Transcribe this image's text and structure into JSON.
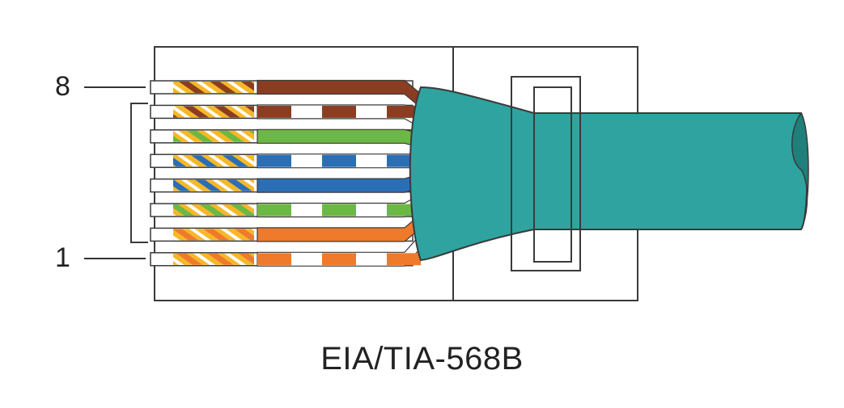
{
  "caption": "EIA/TIA-568B",
  "pin_labels": {
    "top": "8",
    "bottom": "1"
  },
  "colors": {
    "outline": "#3a3a3a",
    "cable": "#2fa39f",
    "cable_dark": "#1f7f7b",
    "gold": "#f6b82a",
    "brown": "#8b3d22",
    "green": "#6cb844",
    "blue": "#2a6fb5",
    "orange": "#ef7a2c"
  },
  "wires": [
    {
      "pin": 8,
      "color": "brown",
      "striped": false
    },
    {
      "pin": 7,
      "color": "brown",
      "striped": true
    },
    {
      "pin": 6,
      "color": "green",
      "striped": false
    },
    {
      "pin": 5,
      "color": "blue",
      "striped": true
    },
    {
      "pin": 4,
      "color": "blue",
      "striped": false
    },
    {
      "pin": 3,
      "color": "green",
      "striped": true
    },
    {
      "pin": 2,
      "color": "orange",
      "striped": false
    },
    {
      "pin": 1,
      "color": "orange",
      "striped": true
    }
  ]
}
